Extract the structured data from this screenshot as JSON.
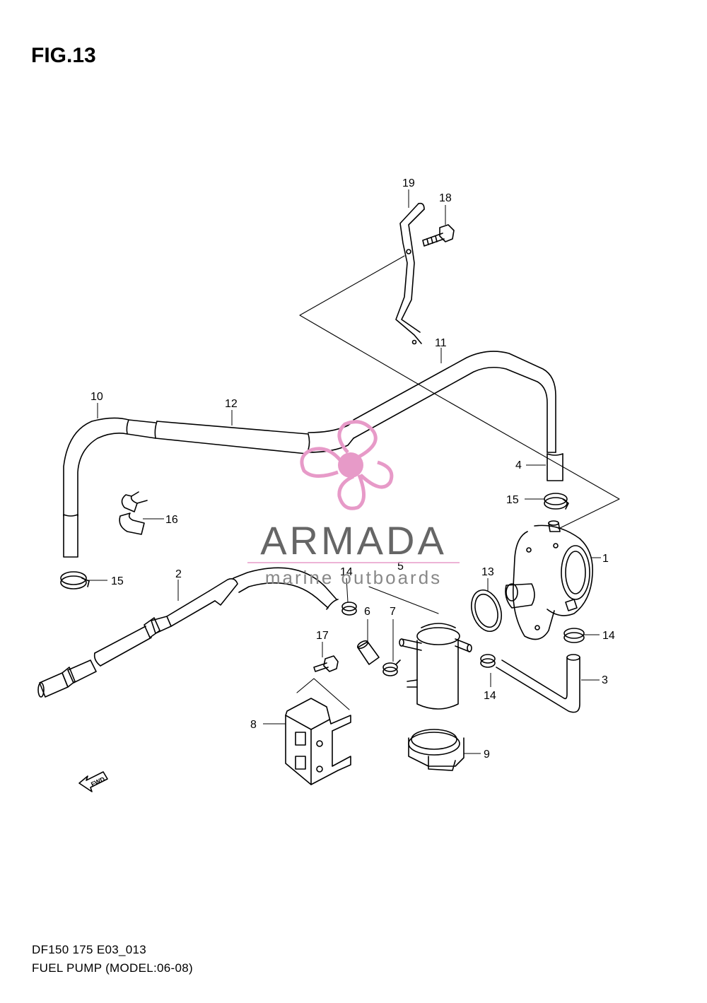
{
  "figure": {
    "title": "FIG.13",
    "code": "DF150 175 E03_013",
    "subtitle": "FUEL PUMP (MODEL:06-08)"
  },
  "callouts": {
    "c1": "1",
    "c2": "2",
    "c3": "3",
    "c4": "4",
    "c5": "5",
    "c6": "6",
    "c7": "7",
    "c8": "8",
    "c9": "9",
    "c10": "10",
    "c11": "11",
    "c12": "12",
    "c13": "13",
    "c14a": "14",
    "c14b": "14",
    "c14c": "14",
    "c15a": "15",
    "c15b": "15",
    "c16": "16",
    "c17": "17",
    "c18": "18",
    "c19": "19"
  },
  "fwd_label": "FWD",
  "watermark": {
    "brand": "ARMADA",
    "tagline": "marine outboards",
    "accent_color": "#e79ac8",
    "text_color": "#666666"
  },
  "colors": {
    "line": "#000000",
    "background": "#ffffff"
  }
}
